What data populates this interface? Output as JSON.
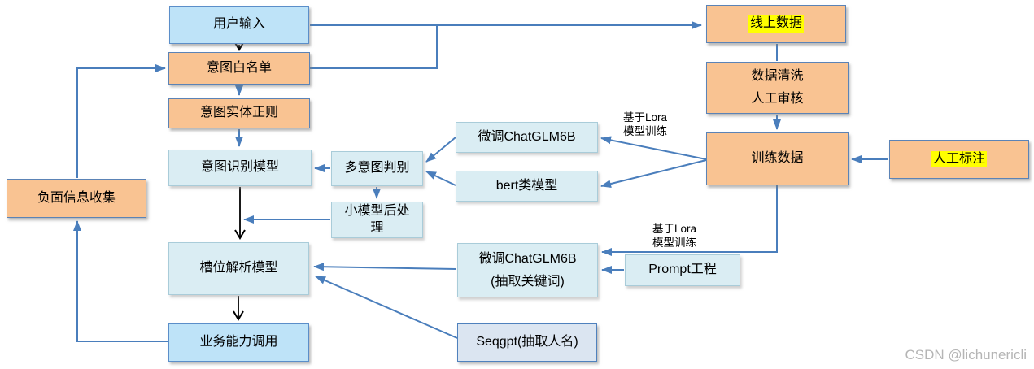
{
  "nodes": {
    "user_input": {
      "label": "用户输入"
    },
    "intent_whitelist": {
      "label": "意图白名单"
    },
    "intent_entity_regex": {
      "label": "意图实体正则"
    },
    "intent_recog_model": {
      "label": "意图识别模型"
    },
    "multi_intent": {
      "label": "多意图判别"
    },
    "ft_chatglm_top": {
      "label": "微调ChatGLM6B"
    },
    "bert_model": {
      "label": "bert类模型"
    },
    "small_model_post": {
      "label": "小模型后处理"
    },
    "slot_model": {
      "label": "槽位解析模型"
    },
    "ft_chatglm_bottom": {
      "line1": "微调ChatGLM6B",
      "line2": "(抽取关键词)"
    },
    "prompt_eng": {
      "label": "Prompt工程"
    },
    "seqgpt": {
      "label": "Seqgpt(抽取人名)"
    },
    "biz_call": {
      "label": "业务能力调用"
    },
    "negative_collect": {
      "label": "负面信息收集"
    },
    "online_data": {
      "label": "线上数据"
    },
    "data_clean": {
      "line1": "数据清洗",
      "line2": "人工审核"
    },
    "train_data": {
      "label": "训练数据"
    },
    "human_label": {
      "label": "人工标注"
    }
  },
  "edge_labels": {
    "lora_top": {
      "line1": "基于Lora",
      "line2": "模型训练"
    },
    "lora_bottom": {
      "line1": "基于Lora",
      "line2": "模型训练"
    }
  },
  "colors": {
    "arrow_blue": "#4a7ebc",
    "arrow_black": "#000000",
    "box_orange": "#f9c392",
    "box_blue": "#bee3f8",
    "box_cyan": "#daedf3",
    "box_lavender": "#dbe5f1",
    "highlight_yellow": "#ffff00"
  },
  "watermark": "CSDN @lichunericli"
}
